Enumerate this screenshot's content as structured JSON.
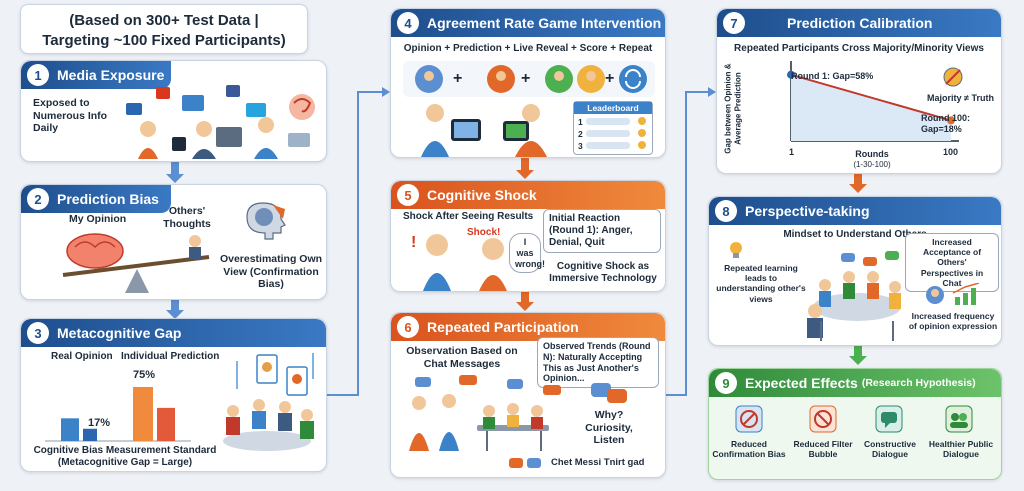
{
  "header": {
    "line1": "(Based on 300+ Test Data |",
    "line2": "Targeting ~100 Fixed Participants)"
  },
  "s1": {
    "num": "1",
    "title": "Media Exposure",
    "text": "Exposed to Numerous Info Daily"
  },
  "s2": {
    "num": "2",
    "title": "Prediction Bias",
    "my_opinion": "My Opinion",
    "others": "Others' Thoughts",
    "overestimating": "Overestimating Own View (Confirmation Bias)"
  },
  "s3": {
    "num": "3",
    "title": "Metacognitive Gap",
    "real": "Real Opinion",
    "individual": "Individual Prediction",
    "pct75": "75%",
    "pct17": "17%",
    "standard": "Cognitive Bias Measurement Standard",
    "standard2": "(Metacognitive Gap = Large)"
  },
  "s4": {
    "num": "4",
    "title": "Agreement Rate Game Intervention",
    "subtitle": "Opinion + Prediction + Live Reveal + Score + Repeat",
    "plus": "+",
    "leaderboard": "Leaderboard",
    "r1": "1",
    "r2": "2",
    "r3": "3"
  },
  "s5": {
    "num": "5",
    "title": "Cognitive Shock",
    "subtitle": "Shock After Seeing Results",
    "shock": "Shock!",
    "wrong": "I was wrong!",
    "initial": "Initial Reaction (Round 1): Anger, Denial, Quit",
    "immersive": "Cognitive Shock as Immersive Technology"
  },
  "s6": {
    "num": "6",
    "title": "Repeated Participation",
    "observation": "Observation Based on Chat Messages",
    "trends": "Observed Trends (Round N): Naturally Accepting This as Just Another's Opinion...",
    "why": "Why? Curiosity, Listen",
    "chat": "Chet Messi Tnirt gad"
  },
  "s7": {
    "num": "7",
    "title": "Prediction Calibration",
    "subtitle": "Repeated Participants Cross Majority/Minority Views",
    "ylabel": "Gap between Opinion & Average Prediction",
    "round1": "Round 1: Gap=58%",
    "round100": "Round 100: Gap=18%",
    "majority": "Majority ≠ Truth",
    "x1": "1",
    "x100": "100",
    "rounds": "Rounds",
    "rounds_range": "(1-30-100)"
  },
  "s8": {
    "num": "8",
    "title": "Perspective-taking",
    "subtitle": "Mindset to Understand Others",
    "repeated": "Repeated learning leads to understanding other's views",
    "acceptance": "Increased Acceptance of Others' Perspectives in Chat",
    "frequency": "Increased frequency of opinion expression"
  },
  "s9": {
    "num": "9",
    "title": "Expected Effects",
    "hyp": "(Research Hypothesis)",
    "e1": "Reduced Confirmation Bias",
    "e2": "Reduced Filter Bubble",
    "e3": "Constructive Dialogue",
    "e4": "Healthier Public Dialogue"
  },
  "chart_data": {
    "type": "line",
    "title": "Prediction Calibration",
    "xlabel": "Rounds",
    "ylabel": "Gap between Opinion & Average Prediction",
    "x": [
      1,
      100
    ],
    "series": [
      {
        "values": [
          58,
          18
        ]
      }
    ],
    "bars_s3": {
      "categories": [
        "Real Opinion",
        "Individual Prediction"
      ],
      "values": [
        17,
        75
      ]
    }
  },
  "colors": {
    "blue": "#1e4e8c",
    "orange": "#e2682a",
    "green": "#2f8a3a",
    "arrow": "#5b8fd1"
  }
}
